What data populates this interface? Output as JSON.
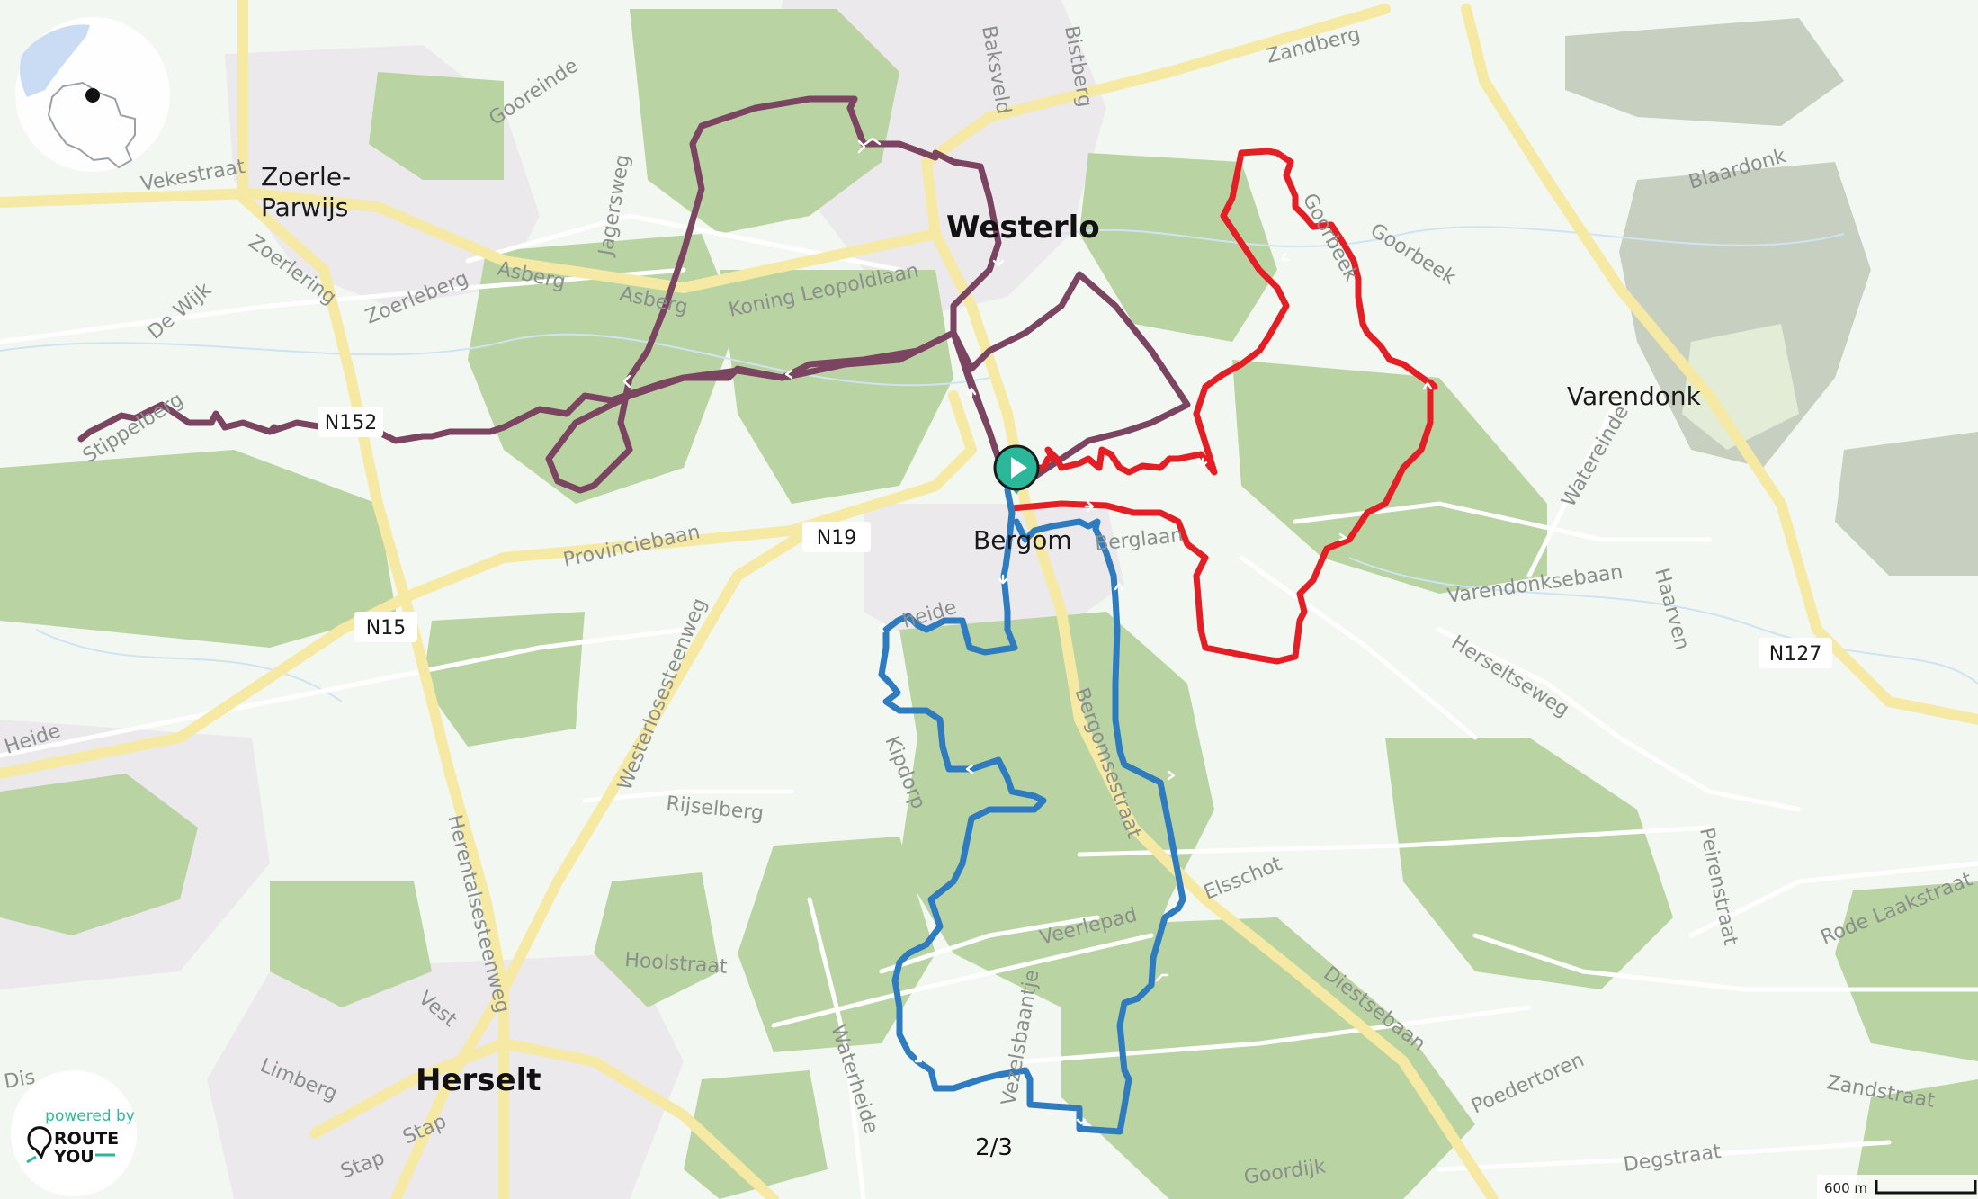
{
  "map": {
    "towns": [
      {
        "name": "Westerlo"
      },
      {
        "name": "Herselt"
      },
      {
        "name": "Bergom"
      },
      {
        "name": "Varendonk"
      },
      {
        "name": "Zoerle-"
      },
      {
        "name": "Parwijs"
      }
    ],
    "streets": [
      {
        "name": "Zandberg"
      },
      {
        "name": "Baksveld"
      },
      {
        "name": "Bistberg"
      },
      {
        "name": "Gooreinde"
      },
      {
        "name": "Vekestraat"
      },
      {
        "name": "Jagersweg"
      },
      {
        "name": "Asberg"
      },
      {
        "name": "Asberg"
      },
      {
        "name": "Koning Leopoldlaan"
      },
      {
        "name": "Zoerleberg"
      },
      {
        "name": "Zoerlering"
      },
      {
        "name": "De Wijk"
      },
      {
        "name": "Stippelberg"
      },
      {
        "name": "Provinciebaan"
      },
      {
        "name": "Heide"
      },
      {
        "name": "Westerlosesteenweg"
      },
      {
        "name": "Rijselberg"
      },
      {
        "name": "Kipdorp"
      },
      {
        "name": "Berglaan"
      },
      {
        "name": "Bergomsestraat"
      },
      {
        "name": "Goorbeek"
      },
      {
        "name": "Goorbeek"
      },
      {
        "name": "Blaardonk"
      },
      {
        "name": "Watereinde"
      },
      {
        "name": "Varendonksebaan"
      },
      {
        "name": "Haarven"
      },
      {
        "name": "Herseltseweg"
      },
      {
        "name": "Elsschot"
      },
      {
        "name": "Veerlepad"
      },
      {
        "name": "Hoolstraat"
      },
      {
        "name": "Herentalsesteenweg"
      },
      {
        "name": "Vest"
      },
      {
        "name": "Limberg"
      },
      {
        "name": "Waterheide"
      },
      {
        "name": "Diestsebaan"
      },
      {
        "name": "Peirenstraat"
      },
      {
        "name": "Rode Laakstraat"
      },
      {
        "name": "Zandstraat"
      },
      {
        "name": "Poedertoren"
      },
      {
        "name": "Degstraat"
      },
      {
        "name": "Goordijk"
      },
      {
        "name": "Stap"
      },
      {
        "name": "Stap"
      },
      {
        "name": "Dis"
      },
      {
        "name": "heide"
      },
      {
        "name": "Vezelsbaantje"
      }
    ],
    "road_shields": [
      {
        "label": "N152"
      },
      {
        "label": "N19"
      },
      {
        "label": "N15"
      },
      {
        "label": "N127"
      }
    ],
    "routes": [
      {
        "name": "loop-1",
        "color": "#7b4460"
      },
      {
        "name": "loop-2",
        "color": "#e31e24"
      },
      {
        "name": "loop-3",
        "color": "#2f7bbf"
      }
    ],
    "start_marker": {
      "icon": "play-icon",
      "color": "#2bb89a"
    },
    "page_indicator": "2/3",
    "scale_bar": {
      "label": "600 m"
    },
    "overview": {
      "icon": "belgium-locator-icon"
    },
    "branding": {
      "line1": "powered by",
      "line2": "ROUTE",
      "line3": "YOU",
      "accent": "#2bb89a"
    }
  }
}
